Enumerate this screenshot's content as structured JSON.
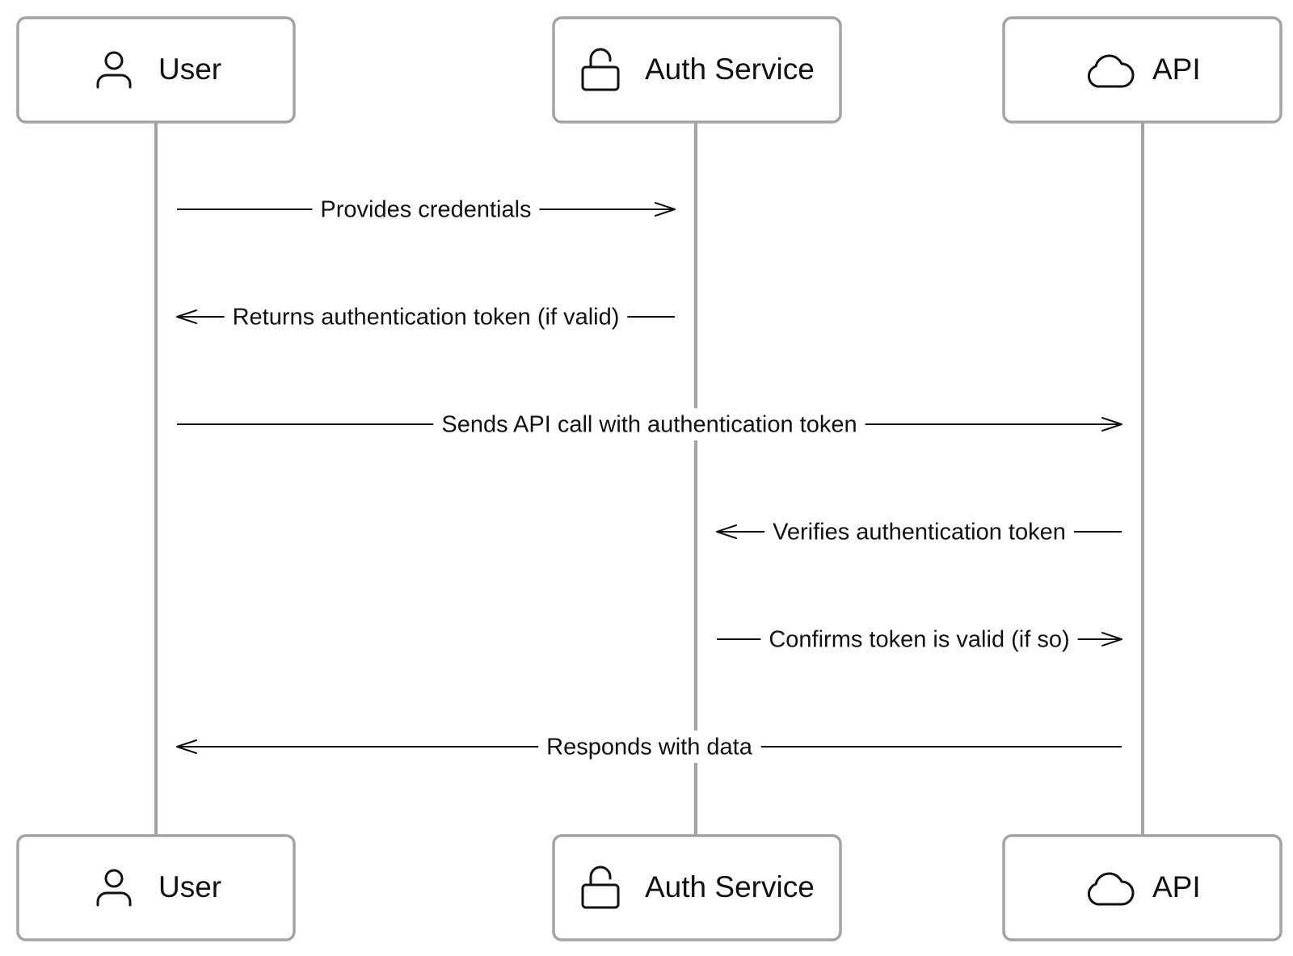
{
  "participants": [
    {
      "id": "user",
      "label": "User",
      "icon": "user-icon"
    },
    {
      "id": "auth",
      "label": "Auth Service",
      "icon": "lock-open-icon"
    },
    {
      "id": "api",
      "label": "API",
      "icon": "cloud-icon"
    }
  ],
  "messages": [
    {
      "from": "user",
      "to": "auth",
      "label": "Provides credentials"
    },
    {
      "from": "auth",
      "to": "user",
      "label": "Returns authentication token (if valid)"
    },
    {
      "from": "user",
      "to": "api",
      "label": "Sends API call with authentication token"
    },
    {
      "from": "api",
      "to": "auth",
      "label": "Verifies authentication token"
    },
    {
      "from": "auth",
      "to": "api",
      "label": "Confirms token is valid (if so)"
    },
    {
      "from": "api",
      "to": "user",
      "label": "Responds with data"
    }
  ],
  "colors": {
    "lifeline": "#a3a3a7",
    "box_border": "#a3a3a7",
    "text": "#111111",
    "background": "#ffffff"
  }
}
